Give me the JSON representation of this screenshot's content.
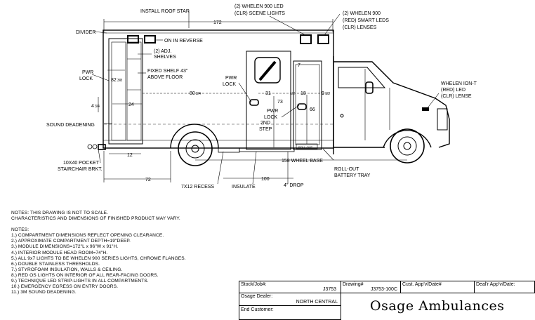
{
  "callouts": {
    "roof_star": "INSTALL ROOF STAR",
    "scene_lights_1": "(2) WHELEN 900 LED",
    "scene_lights_2": "(CLR) SCENE LIGHTS",
    "smart_leds_1": "(2) WHELEN 900",
    "smart_leds_2": "(RED) SMART LEDS",
    "smart_leds_3": "(CLR) LENSES",
    "divider": "DIVIDER",
    "on_reverse": "ON IN REVERSE",
    "adj_shelves_1": "(2) ADJ.",
    "adj_shelves_2": "SHELVES",
    "fixed_shelf_1": "FIXED SHELF 43\"",
    "fixed_shelf_2": "ABOVE FLOOR",
    "pwr_lock_left_1": "PWR",
    "pwr_lock_left_2": "LOCK",
    "pwr_lock_door_1": "PWR",
    "pwr_lock_door_2": "LOCK",
    "pwr_lock_step_1": "PWR",
    "pwr_lock_step_2": "LOCK",
    "step_1": "2ND",
    "step_2": "STEP",
    "sound_deadening": "SOUND DEADENING",
    "pocket_1": "10X40 POCKET",
    "pocket_2": "STAIRCHAIR BRKT.",
    "recess": "7X12 RECESS",
    "insulate": "INSULATE",
    "drop": "4\" DROP",
    "wheel_base": "158 WHEEL BASE",
    "battery_1": "ROLL-OUT",
    "battery_2": "BATTERY TRAY",
    "ion_1": "WHELEN ION-T",
    "ion_2": "(RED) LED",
    "ion_3": "(CLR) LENSE",
    "battery_tag": "ROLL-OUT"
  },
  "dimensions": {
    "overall_length": "172",
    "d82": "82",
    "d82_frac": "3/8",
    "d80": "80",
    "d80_frac": "3/4",
    "d24": "24",
    "d4": "4",
    "d4_frac": "3/4",
    "d31": "31",
    "d18": "18",
    "d9": "9",
    "d9_frac": "1/2",
    "d_half": "1/2",
    "d73": "73",
    "d66": "66",
    "d7": "7",
    "d12": "12",
    "d72": "72",
    "d100": "100"
  },
  "notes": {
    "header_1": "NOTES: THIS DRAWING IS NOT TO SCALE.",
    "header_2": "CHARACTERISTICS AND DIMENSIONS OF FINISHED PRODUCT MAY VARY.",
    "title": "NOTES:",
    "items": [
      "1.) COMPARTMENT DIMENSIONS REFLECT OPENING CLEARANCE.",
      "2.) APPROXIMATE COMPARTMENT DEPTH=19\"DEEP.",
      "3.) MODULE DIMENSIONS=172\"L x 96\"W x 91\"H.",
      "4.) INTERIOR MODULE HEAD ROOM=74\"H.",
      "5.) ALL 9x7 LIGHTS TO BE WHELEN 900 SERIES LIGHTS, CHROME FLANGES.",
      "6.) DOUBLE STAINLESS THRESHOLDS.",
      "7.) STYROFOAM INSULATION, WALLS & CEILING.",
      "8.) RED OS LIGHTS ON INTERIOR OF ALL REAR-FACING DOORS.",
      "9.) TECHNIQUE LED STRIP-LIGHTS IN ALL COMPARTMENTS.",
      "10.) EMERGENCY EGRESS ON ENTRY DOORS.",
      "11.) 3M SOUND DEADENING."
    ]
  },
  "title_block": {
    "stock_label": "Stock/Job#:",
    "stock_value": "J3753",
    "drawing_label": "Drawing#",
    "drawing_value": "J3753-100C",
    "cust_label": "Cust. App'v/Date#",
    "dealer_app_label": "Deal'r App'v/Date:",
    "dealer_label": "Osage Dealer:",
    "dealer_value": "NORTH CENTRAL",
    "end_label": "End Customer:",
    "brand": "Osage Ambulances"
  }
}
